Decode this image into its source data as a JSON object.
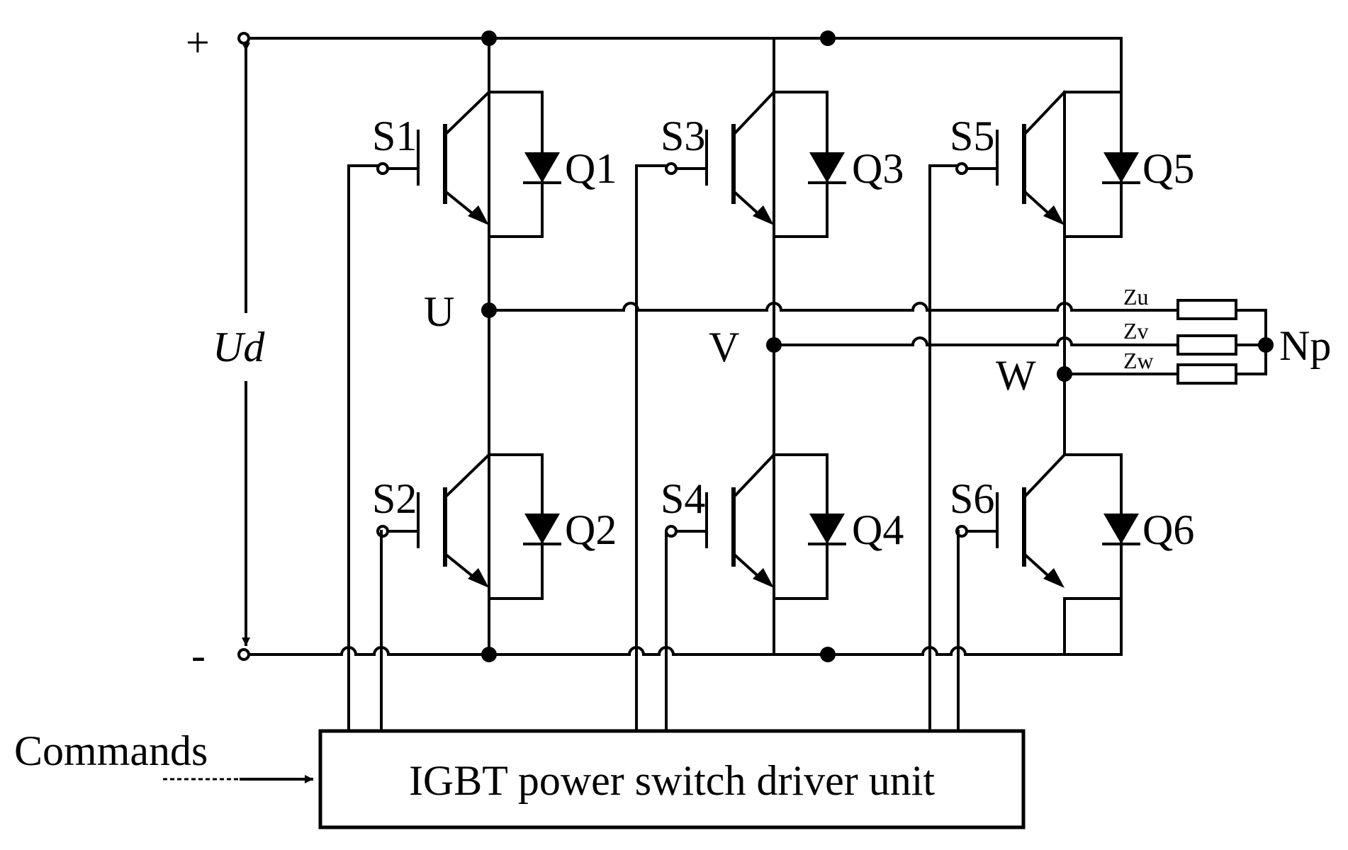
{
  "supply": {
    "plus": "+",
    "minus": "-",
    "voltage": "Ud"
  },
  "switches": [
    {
      "gate": "S1",
      "device": "Q1"
    },
    {
      "gate": "S3",
      "device": "Q3"
    },
    {
      "gate": "S5",
      "device": "Q5"
    },
    {
      "gate": "S2",
      "device": "Q2"
    },
    {
      "gate": "S4",
      "device": "Q4"
    },
    {
      "gate": "S6",
      "device": "Q6"
    }
  ],
  "phases": {
    "u": "U",
    "v": "V",
    "w": "W"
  },
  "loads": {
    "zu": "Zu",
    "zv": "Zv",
    "zw": "Zw",
    "neutral": "Np"
  },
  "driver": {
    "input_label": "Commands",
    "unit_label": "IGBT power switch driver unit"
  }
}
